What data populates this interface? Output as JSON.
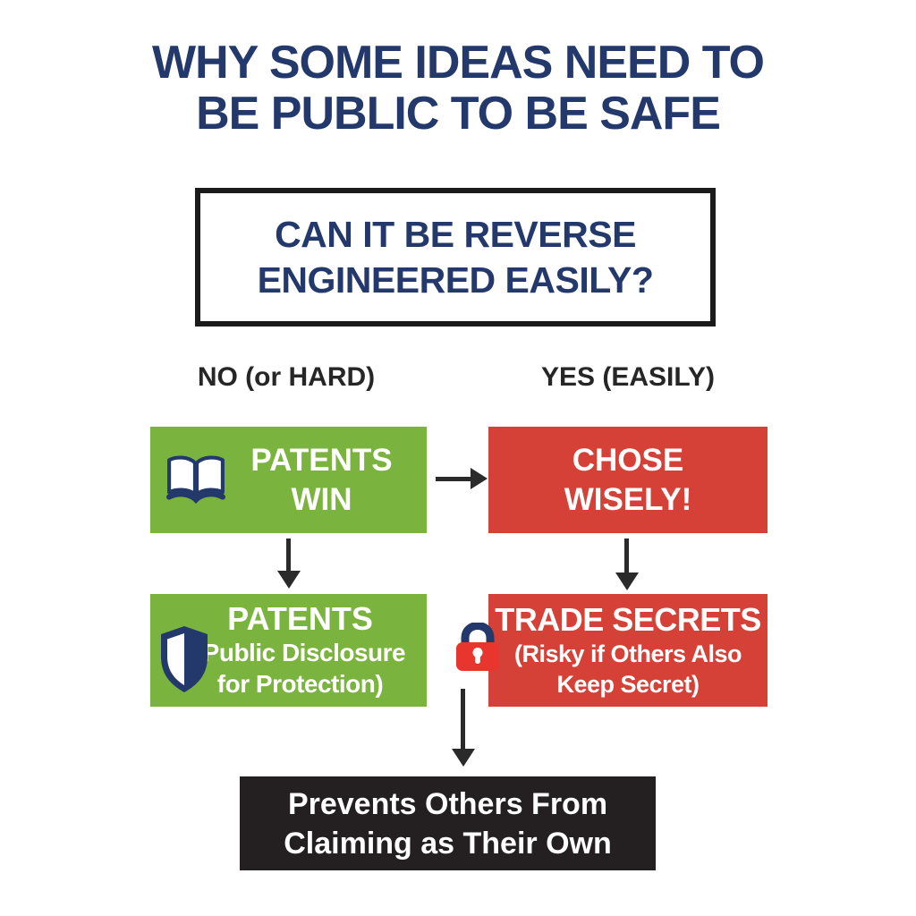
{
  "title": {
    "line1": "WHY SOME IDEAS NEED TO",
    "line2": "BE PUBLIC TO BE SAFE"
  },
  "question": {
    "line1": "CAN IT BE REVERSE",
    "line2": "ENGINEERED EASILY?"
  },
  "branch_labels": {
    "no": "NO (or HARD)",
    "yes": "YES (EASILY)"
  },
  "flow": {
    "patents_win": {
      "line1": "PATENTS",
      "line2": "WIN",
      "icon": "open-book-icon"
    },
    "chose_wisely": {
      "line1": "CHOSE",
      "line2": "WISELY!"
    },
    "patents_detail": {
      "heading": "PATENTS",
      "sub1": "(Public Disclosure",
      "sub2": "for Protection)",
      "icon": "shield-icon"
    },
    "trade_secrets": {
      "heading": "TRADE SECRETS",
      "sub1": "(Risky if Others Also",
      "sub2": "Keep Secret)",
      "icon": "lock-icon"
    },
    "outcome": {
      "line1": "Prevents Others From",
      "line2": "Claiming as Their Own"
    }
  },
  "colors": {
    "title_navy": "#24396B",
    "green": "#7AB33E",
    "red": "#D64137",
    "lock_red": "#E8352E",
    "outcome_black": "#242021",
    "arrow": "#2A2A2A",
    "question_border": "#1B1B1B"
  }
}
